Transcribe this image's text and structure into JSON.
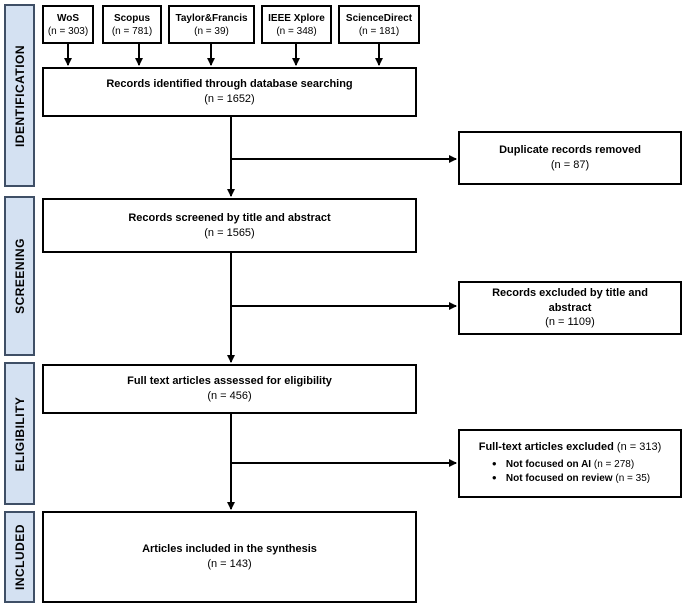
{
  "phases": {
    "identification": "IDENTIFICATION",
    "screening": "SCREENING",
    "eligibility": "ELIGIBILITY",
    "included": "INCLUDED"
  },
  "sources": [
    {
      "name": "WoS",
      "count": "(n = 303)"
    },
    {
      "name": "Scopus",
      "count": "(n = 781)"
    },
    {
      "name": "Taylor&Francis",
      "count": "(n = 39)"
    },
    {
      "name": "IEEE Xplore",
      "count": "(n = 348)"
    },
    {
      "name": "ScienceDirect",
      "count": "(n = 181)"
    }
  ],
  "identified": {
    "title": "Records identified through database searching",
    "count": "(n = 1652)"
  },
  "duplicates": {
    "title": "Duplicate records removed",
    "count": "(n = 87)"
  },
  "screened": {
    "title": "Records screened by title and abstract",
    "count": "(n = 1565)"
  },
  "excluded_screen": {
    "title": "Records excluded by title and abstract",
    "count": "(n = 1109)"
  },
  "eligible": {
    "title": "Full text articles assessed for eligibility",
    "count": "(n = 456)"
  },
  "excluded_full": {
    "title": "Full-text articles excluded",
    "count": "(n = 313)",
    "items": [
      {
        "label": "Not focused on AI",
        "count": "(n = 278)"
      },
      {
        "label": "Not focused on review",
        "count": "(n = 35)"
      }
    ]
  },
  "included": {
    "title": "Articles included in the synthesis",
    "count": "(n = 143)"
  }
}
